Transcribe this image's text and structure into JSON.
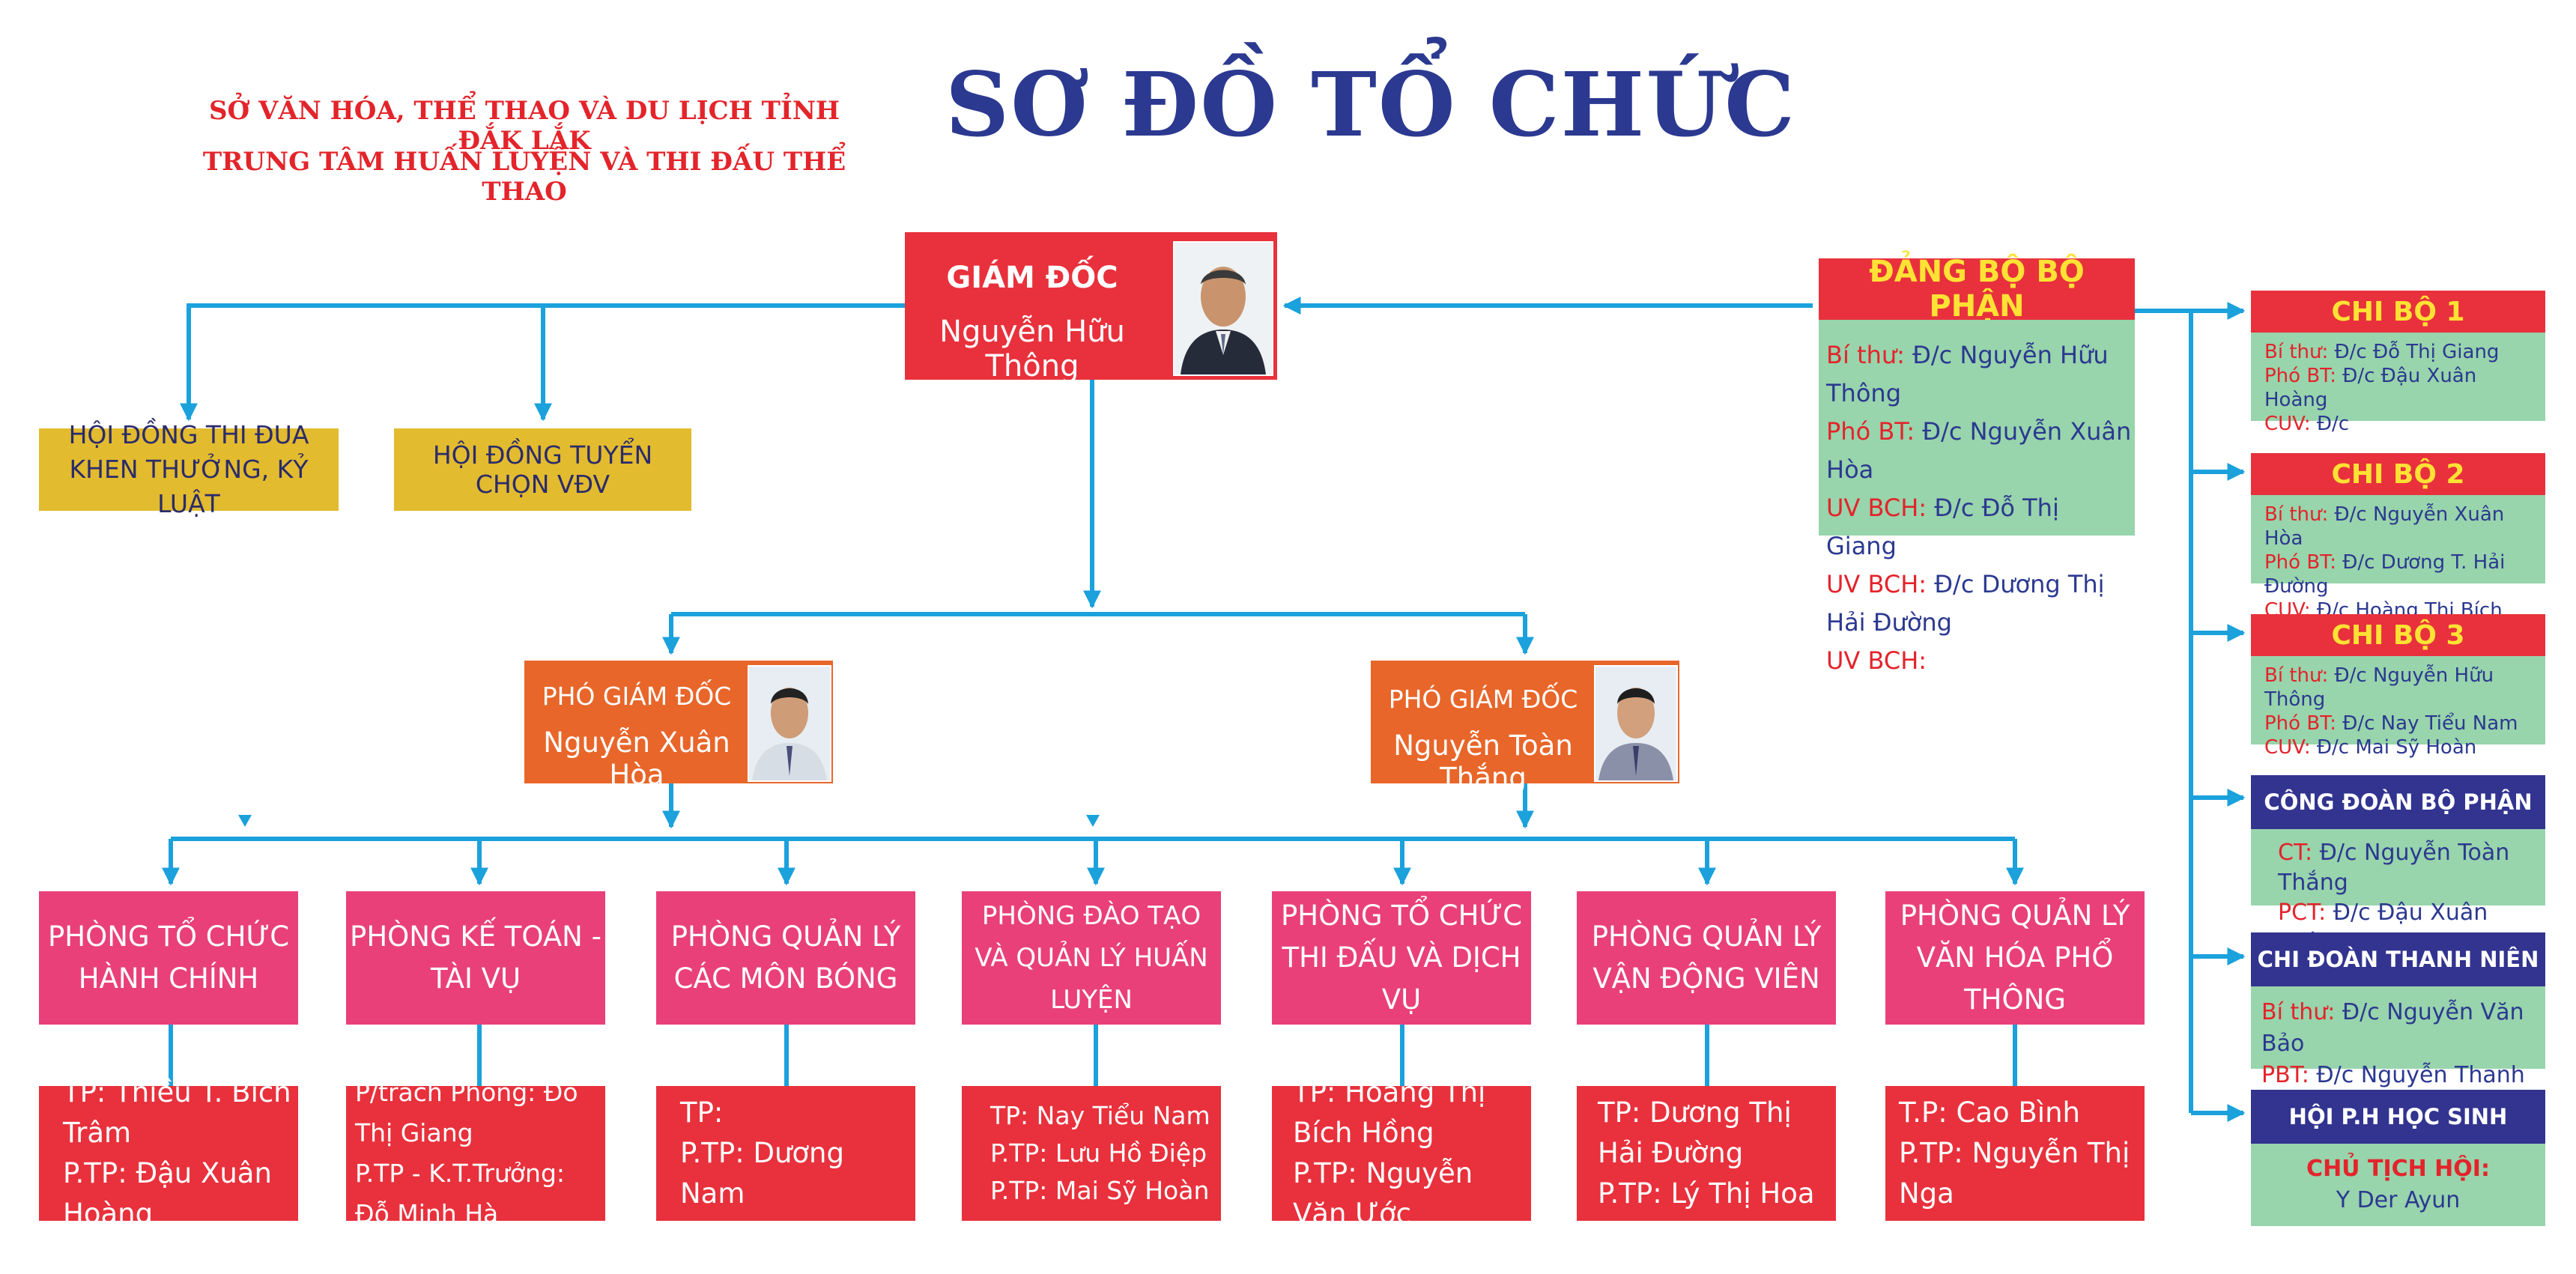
{
  "header": {
    "line1": "SỞ VĂN HÓA, THỂ THAO VÀ DU LỊCH TỈNH ĐẮK LẮK",
    "line2": "TRUNG TÂM HUẤN LUYỆN VÀ THI ĐẤU THỂ THAO",
    "title": "SƠ ĐỒ TỔ CHỨC"
  },
  "director": {
    "role": "GIÁM ĐỐC",
    "name": "Nguyễn Hữu Thông"
  },
  "councils": [
    {
      "line1": "HỘI ĐỒNG THI ĐUA",
      "line2": "KHEN THƯỞNG, KỶ LUẬT"
    },
    {
      "line1": "HỘI ĐỒNG TUYỂN CHỌN VĐV"
    }
  ],
  "deputies": [
    {
      "role": "PHÓ GIÁM ĐỐC",
      "name": "Nguyễn Xuân Hòa"
    },
    {
      "role": "PHÓ GIÁM ĐỐC",
      "name": "Nguyễn Toàn Thắng"
    }
  ],
  "departments": [
    {
      "line1": "PHÒNG TỔ CHỨC",
      "line2": "HÀNH CHÍNH",
      "staff": [
        "TP: Thiều T. Bích Trâm",
        "P.TP: Đậu Xuân Hoàng"
      ]
    },
    {
      "line1": "PHÒNG KẾ TOÁN - TÀI VỤ",
      "line2": "",
      "staff": [
        "P/trách Phòng: Đỗ Thị Giang",
        "P.TP - K.T.Trưởng: Đỗ Minh Hà"
      ]
    },
    {
      "line1": "PHÒNG QUẢN LÝ",
      "line2": "CÁC MÔN BÓNG",
      "staff": [
        "TP:",
        "P.TP: Dương Nam"
      ]
    },
    {
      "line1": "PHÒNG ĐÀO TẠO",
      "line2": "VÀ QUẢN LÝ HUẤN LUYỆN",
      "staff": [
        "TP: Nay Tiểu Nam",
        "P.TP: Lưu Hồ Điệp",
        "P.TP: Mai Sỹ Hoàn"
      ]
    },
    {
      "line1": "PHÒNG TỔ CHỨC",
      "line2": "THI ĐẤU VÀ DỊCH VỤ",
      "staff": [
        "TP: Hoàng Thị Bích Hồng",
        "P.TP: Nguyễn Văn Ước"
      ]
    },
    {
      "line1": "PHÒNG QUẢN LÝ",
      "line2": "VẬN ĐỘNG VIÊN",
      "staff": [
        "TP: Dương Thị Hải Đường",
        "P.TP: Lý Thị Hoa"
      ]
    },
    {
      "line1": "PHÒNG QUẢN LÝ",
      "line2": "VĂN HÓA PHỔ THÔNG",
      "staff": [
        "T.P: Cao Bình",
        "P.TP:  Nguyễn Thị Nga"
      ]
    }
  ],
  "party": {
    "title": "ĐẢNG BỘ BỘ PHẬN",
    "members": [
      {
        "label": "Bí thư:",
        "value": "Đ/c Nguyễn Hữu Thông"
      },
      {
        "label": "Phó BT:",
        "value": "Đ/c Nguyễn Xuân Hòa"
      },
      {
        "label": "UV BCH:",
        "value": "Đ/c Đỗ Thị Giang"
      },
      {
        "label": "UV BCH:",
        "value": "Đ/c Dương Thị Hải Đường"
      },
      {
        "label": "UV BCH:",
        "value": ""
      }
    ]
  },
  "cells": [
    {
      "title": "CHI BỘ 1",
      "members": [
        {
          "label": "Bí thư:",
          "value": "Đ/c Đỗ Thị Giang"
        },
        {
          "label": "Phó BT:",
          "value": "Đ/c Đậu Xuân Hoàng"
        },
        {
          "label": "CUV:",
          "value": "Đ/c"
        }
      ]
    },
    {
      "title": "CHI BỘ 2",
      "members": [
        {
          "label": "Bí thư:",
          "value": "Đ/c Nguyễn Xuân Hòa"
        },
        {
          "label": "Phó BT:",
          "value": "Đ/c Dương T. Hải Đường"
        },
        {
          "label": "CUV:",
          "value": "Đ/c Hoàng Thị Bích Hồng"
        }
      ]
    },
    {
      "title": "CHI BỘ 3",
      "members": [
        {
          "label": "Bí thư:",
          "value": "Đ/c Nguyễn Hữu Thông"
        },
        {
          "label": "Phó BT:",
          "value": "Đ/c Nay Tiểu Nam"
        },
        {
          "label": "CUV:",
          "value": "Đ/c Mai Sỹ Hoàn"
        }
      ]
    },
    {
      "title": "CÔNG ĐOÀN BỘ PHẬN",
      "members": [
        {
          "label": "CT:",
          "value": "Đ/c Nguyễn Toàn Thắng"
        },
        {
          "label": "PCT:",
          "value": "Đ/c Đậu Xuân Hoàng"
        }
      ]
    },
    {
      "title": "CHI ĐOÀN THANH NIÊN",
      "members": [
        {
          "label": "Bí thư:",
          "value": "Đ/c Nguyễn Văn Bảo"
        },
        {
          "label": "PBT:",
          "value": "Đ/c Nguyễn Thanh Thiện"
        }
      ]
    },
    {
      "title": "HỘI P.H HỌC SINH",
      "members": [
        {
          "label": "CHỦ TỊCH HỘI:",
          "value": "Y Der Ayun"
        }
      ]
    }
  ]
}
